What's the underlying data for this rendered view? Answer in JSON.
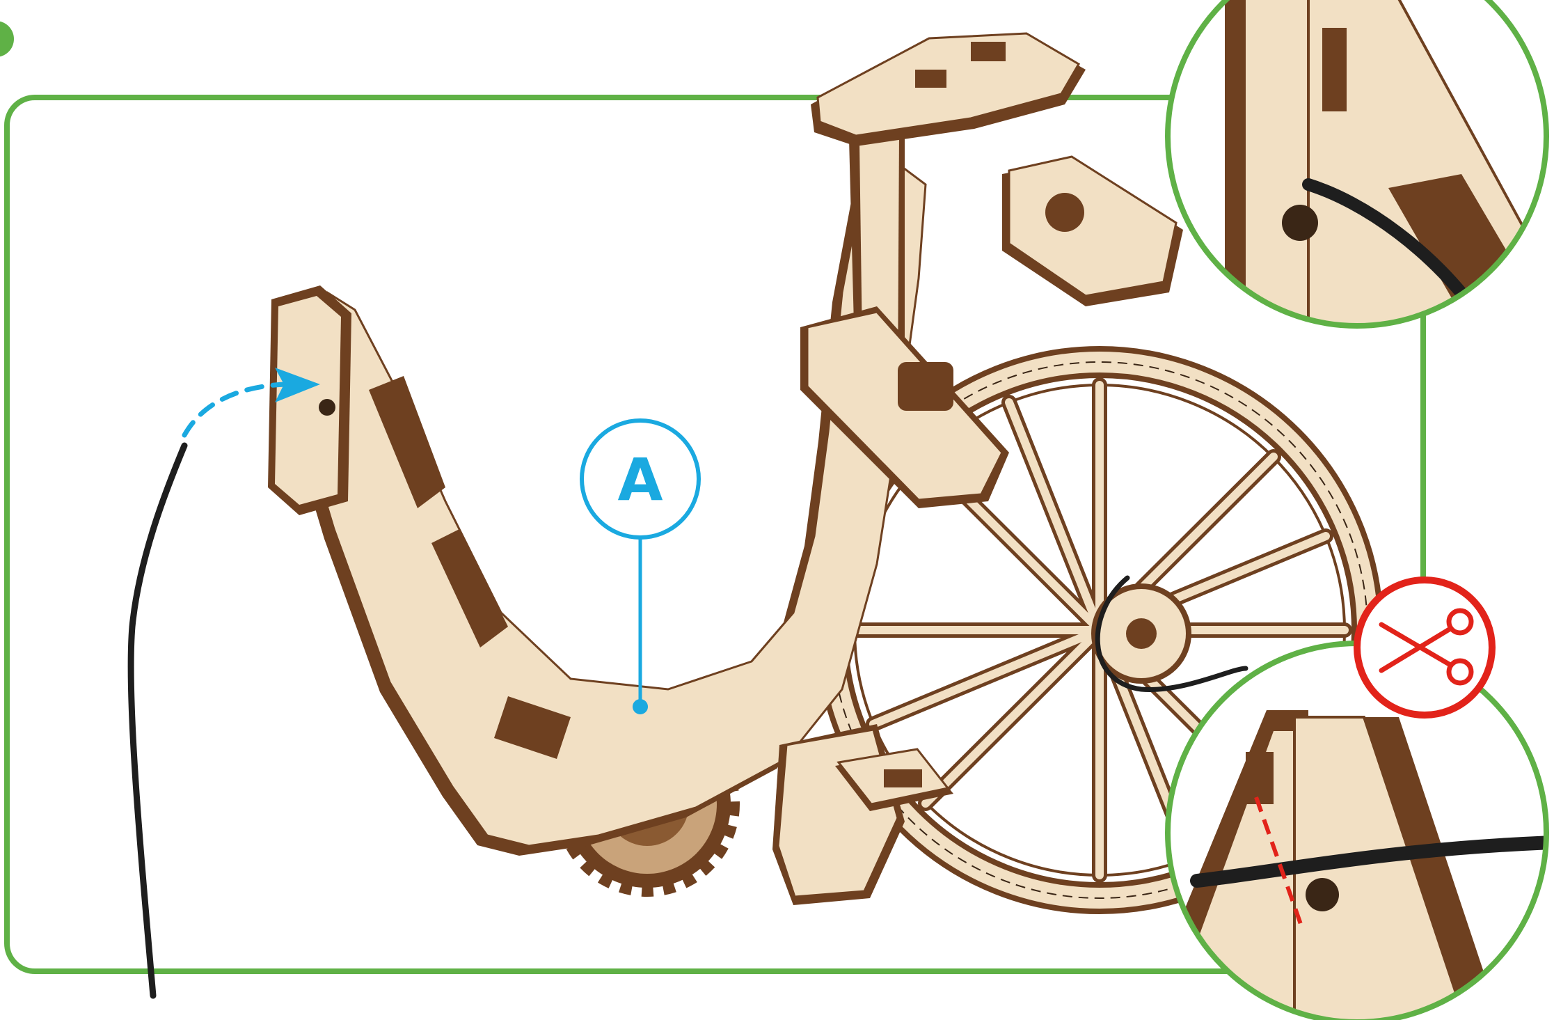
{
  "diagram": {
    "part_label": "A",
    "colors": {
      "frame_green": "#5fb146",
      "callout_blue": "#1aa9e0",
      "cut_red": "#e2231a",
      "wood_light": "#f2e0c4",
      "wood_dark": "#6e4020",
      "wire": "#1e1e1e"
    },
    "icons": [
      "scissors-icon",
      "arrow-icon"
    ],
    "zoom_insets": [
      "wire-through-hole-detail",
      "cut-wire-detail"
    ]
  }
}
